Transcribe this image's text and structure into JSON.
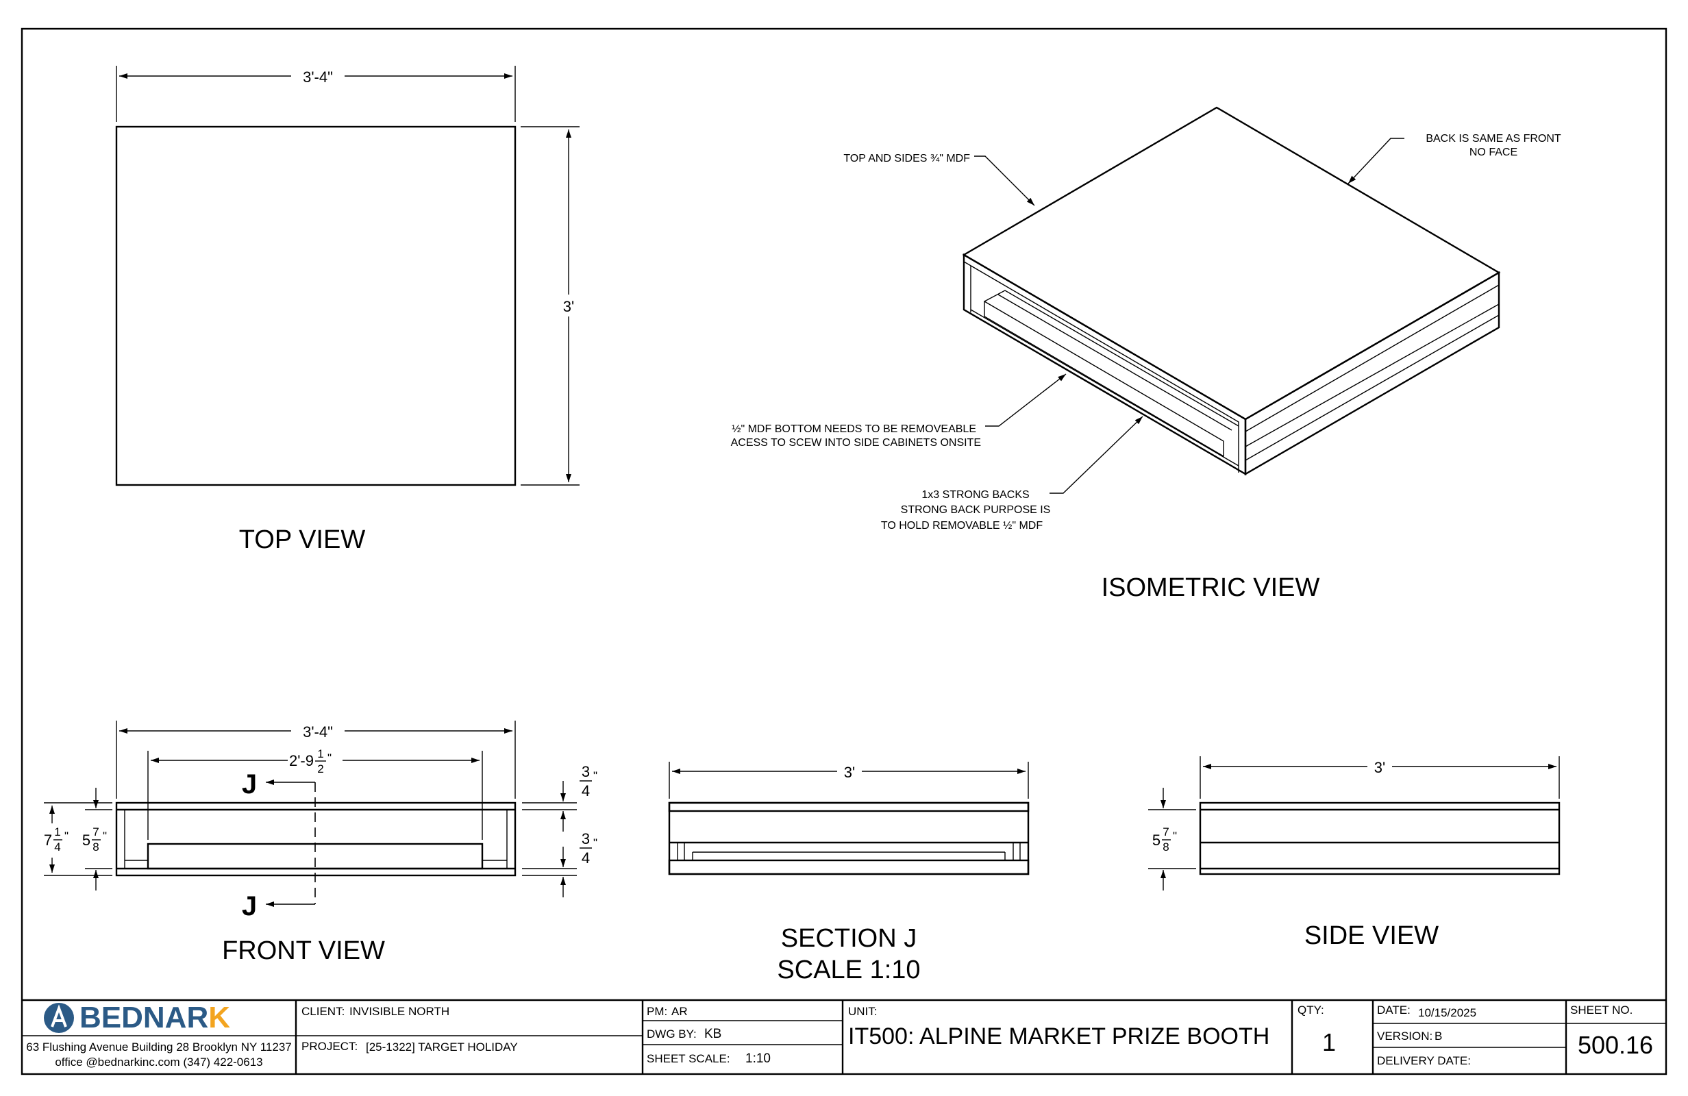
{
  "views": {
    "top": "TOP VIEW",
    "isometric": "ISOMETRIC VIEW",
    "front": "FRONT VIEW",
    "section_line1": "SECTION J",
    "section_line2": "SCALE 1:10",
    "side": "SIDE VIEW"
  },
  "dimensions": {
    "top_width": "3'-4\"",
    "top_depth": "3'",
    "front_width": "3'-4\"",
    "front_inner_width_whole": "2'-9",
    "front_inner_width_frac_num": "1",
    "front_inner_width_frac_den": "2",
    "front_inner_width_inch": "\"",
    "front_height_whole": "7",
    "front_height_num": "1",
    "front_height_den": "4",
    "front_height_inch": "\"",
    "front_inner_height_whole": "5",
    "front_inner_height_num": "7",
    "front_inner_height_den": "8",
    "front_inner_height_inch": "\"",
    "top_thick_num": "3",
    "top_thick_den": "4",
    "top_thick_inch": "\"",
    "bottom_thick_num": "3",
    "bottom_thick_den": "4",
    "bottom_thick_inch": "\"",
    "section_width": "3'",
    "side_width": "3'",
    "side_height_whole": "5",
    "side_height_num": "7",
    "side_height_den": "8",
    "side_height_inch": "\"",
    "section_marker": "J"
  },
  "callouts": {
    "top_sides": "TOP AND SIDES ¾\" MDF",
    "back_line1": "BACK IS SAME AS FRONT",
    "back_line2": "NO FACE",
    "bottom_line1": "½\" MDF BOTTOM NEEDS TO BE REMOVEABLE",
    "bottom_line2": "ACESS TO SCEW INTO SIDE CABINETS ONSITE",
    "strong_line1": "1x3 STRONG BACKS",
    "strong_line2": "STRONG BACK PURPOSE IS",
    "strong_line3": "TO HOLD REMOVABLE ½\" MDF"
  },
  "title_block": {
    "logo_text": "BEDNARK",
    "logo_main": "BEDNAR",
    "logo_last": "K",
    "address_line1": "63 Flushing Avenue Building 28 Brooklyn NY 11237",
    "address_line2": "office @bednarkinc.com   (347) 422-0613",
    "client_label": "CLIENT:",
    "client_value": "INVISIBLE NORTH",
    "project_label": "PROJECT:",
    "project_value": "[25-1322] TARGET HOLIDAY",
    "pm_label": "PM:",
    "pm_value": "AR",
    "dwg_label": "DWG BY:",
    "dwg_value": "KB",
    "scale_label": "SHEET SCALE:",
    "scale_value": "1:10",
    "unit_label": "UNIT:",
    "unit_value": "IT500: ALPINE MARKET PRIZE BOOTH",
    "qty_label": "QTY:",
    "qty_value": "1",
    "date_label": "DATE:",
    "date_value": "10/15/2025",
    "version_label": "VERSION:",
    "version_value": "B",
    "delivery_label": "DELIVERY DATE:",
    "delivery_value": "",
    "sheet_label": "SHEET NO.",
    "sheet_value": "500.16"
  },
  "colors": {
    "logo_blue": "#2b5a86",
    "logo_orange": "#f3a41f"
  }
}
